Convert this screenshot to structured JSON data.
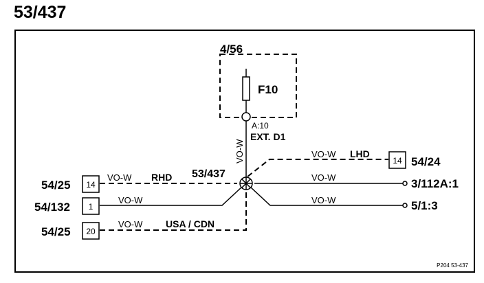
{
  "page_title": "53/437",
  "fuse_box": {
    "ref": "4/56",
    "fuse": "F10"
  },
  "connector": {
    "pin": "A:10",
    "name": "EXT. D1"
  },
  "splice": {
    "ref": "53/437"
  },
  "vertical_wire": {
    "color": "VO-W"
  },
  "connections": [
    {
      "ref": "54/24",
      "pin": "14",
      "wire": "VO-W",
      "variant": "LHD"
    },
    {
      "ref": "54/25",
      "pin": "14",
      "wire": "VO-W",
      "variant": "RHD"
    },
    {
      "ref": "54/132",
      "pin": "1",
      "wire": "VO-W",
      "variant": ""
    },
    {
      "ref": "54/25",
      "pin": "20",
      "wire": "VO-W",
      "variant": "USA / CDN"
    },
    {
      "ref": "3/112A:1",
      "wire": "VO-W"
    },
    {
      "ref": "5/1:3",
      "wire": "VO-W"
    }
  ],
  "footer_code": "P204  53-437"
}
